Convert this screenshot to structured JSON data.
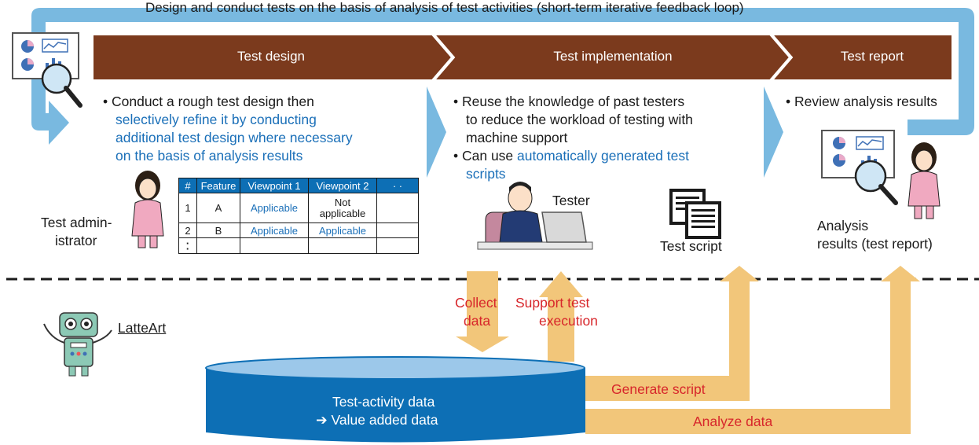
{
  "loop_caption": "Design and conduct tests on the basis of analysis of test activities (short-term iterative feedback loop)",
  "phases": [
    {
      "label": "Test design"
    },
    {
      "label": "Test implementation"
    },
    {
      "label": "Test report"
    }
  ],
  "design_bullet": {
    "line1": "• Conduct a rough test design then",
    "line2": "selectively refine it by conducting",
    "line3": "additional test design where necessary",
    "line4": "on the basis of analysis results"
  },
  "impl_bullets": {
    "b1_line1": "• Reuse the knowledge of past testers",
    "b1_line2": "to reduce the workload of testing with",
    "b1_line3": "machine support",
    "b2_line1_prefix": "• Can use ",
    "b2_line1_blue": "automatically generated test",
    "b2_line2_blue": "scripts"
  },
  "report_bullet": "• Review analysis results",
  "table": {
    "headers": [
      "#",
      "Feature",
      "Viewpoint 1",
      "Viewpoint 2",
      "· ·"
    ],
    "rows": [
      [
        "1",
        "A",
        "Applicable",
        "Not applicable",
        ""
      ],
      [
        "2",
        "B",
        "Applicable",
        "Applicable",
        ""
      ],
      [
        "·\n·",
        "",
        "",
        "",
        ""
      ]
    ]
  },
  "labels": {
    "test_admin_line1": "Test admin-",
    "test_admin_line2": "istrator",
    "tester": "Tester",
    "test_script": "Test script",
    "analysis_line1": "Analysis",
    "analysis_line2": "results (test report)",
    "latteart": "LatteArt"
  },
  "db": {
    "line1": "Test-activity data",
    "line2": "➔ Value added data"
  },
  "arrows": {
    "collect_line1": "Collect",
    "collect_line2": "data",
    "support_line1": "Support test",
    "support_line2": "execution",
    "generate_script": "Generate script",
    "analyze_data": "Analyze data"
  },
  "colors": {
    "phase_fill": "#7b3a1d",
    "loop_blue": "#79b9e0",
    "flow_orange": "#f2c67a",
    "db_blue": "#0d6fb5",
    "highlight_blue": "#1a6fb8",
    "highlight_red": "#d7262b"
  }
}
